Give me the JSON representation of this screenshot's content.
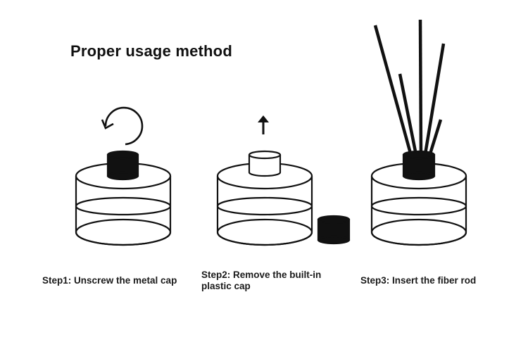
{
  "title": "Proper usage method",
  "steps": [
    {
      "label": "Step1: Unscrew the metal cap",
      "icon": "rotate-arrow-icon"
    },
    {
      "label": "Step2: Remove the built-in plastic cap",
      "icon": "up-arrow-icon"
    },
    {
      "label": "Step3: Insert the fiber rod",
      "icon": "fiber-reeds-icon"
    }
  ],
  "colors": {
    "ink": "#111111",
    "bottle": "#ffffff"
  }
}
